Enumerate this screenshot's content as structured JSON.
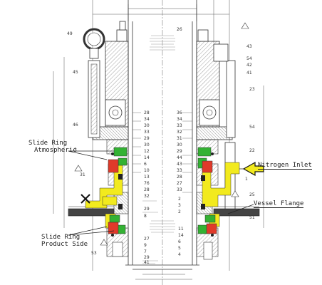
{
  "labels": {
    "slide_ring_atm": "Slide Ring",
    "slide_ring_atm_sub": "Atmospheric",
    "slide_ring_prod": "Slide Ring",
    "slide_ring_prod_sub": "Product Side",
    "nitrogen_inlet": "Nitrogen Inlet",
    "vessel_flange": "Vessel Flange"
  },
  "part_numbers": {
    "left": [
      "49",
      "45",
      "46",
      "3",
      "31",
      "53"
    ],
    "left_center": [
      "28",
      "34",
      "30",
      "33",
      "29",
      "30",
      "12",
      "14",
      "6",
      "10",
      "13",
      "76",
      "28",
      "32",
      "29",
      "8",
      "27",
      "9",
      "7",
      "29",
      "41"
    ],
    "right_center": [
      "26",
      "36",
      "34",
      "33",
      "32",
      "31",
      "30",
      "29",
      "44",
      "43",
      "33",
      "28",
      "27",
      "33",
      "2",
      "3",
      "2",
      "11",
      "14",
      "6",
      "5",
      "4"
    ],
    "right": [
      "43",
      "54",
      "42",
      "41",
      "23",
      "54",
      "22",
      "1",
      "25",
      "51"
    ]
  },
  "colors": {
    "line": "#3a3a3a",
    "green": "#33b233",
    "red": "#e03a2a",
    "yellow": "#f2ea1e",
    "hatch": "#777777"
  },
  "icons": [
    "arrow-left-icon"
  ]
}
